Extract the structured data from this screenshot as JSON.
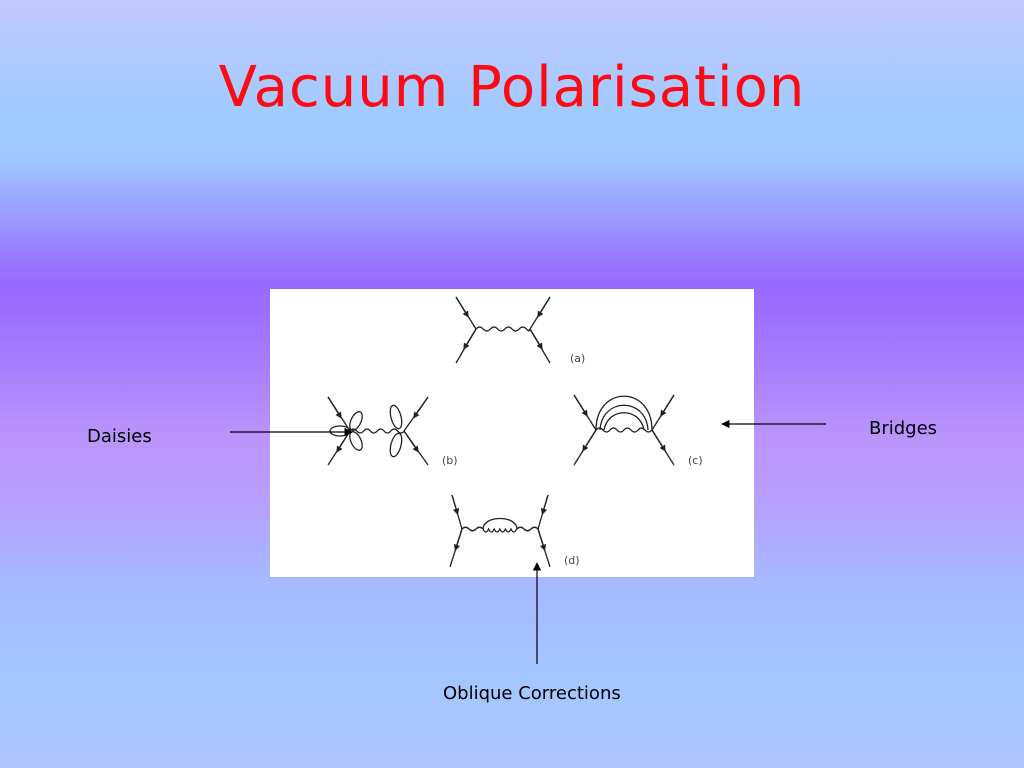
{
  "slide": {
    "title": "Vacuum Polarisation",
    "labels": {
      "daisies": "Daisies",
      "bridges": "Bridges",
      "oblique": "Oblique Corrections"
    }
  },
  "figure": {
    "sublabels": {
      "a": "(a)",
      "b": "(b)",
      "c": "(c)",
      "d": "(d)"
    }
  },
  "colors": {
    "title": "#ff0a14",
    "figure_background": "#ffffff",
    "ink": "#000000"
  }
}
